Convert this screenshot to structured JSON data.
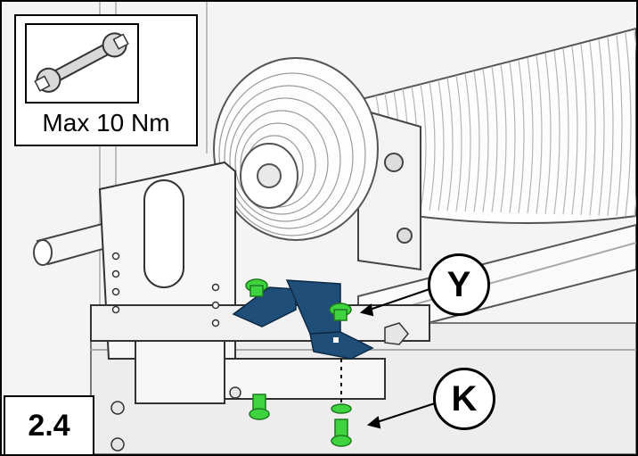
{
  "inset": {
    "icon": "wrench-icon",
    "torque_label": "Max 10 Nm"
  },
  "step": {
    "label": "2.4"
  },
  "callouts": {
    "y_label": "Y",
    "k_label": "K"
  },
  "colors": {
    "bracket_blue": "#1f4e79",
    "bolt_green": "#3fd43f",
    "outline": "#000000",
    "background": "#f4f4f4"
  }
}
